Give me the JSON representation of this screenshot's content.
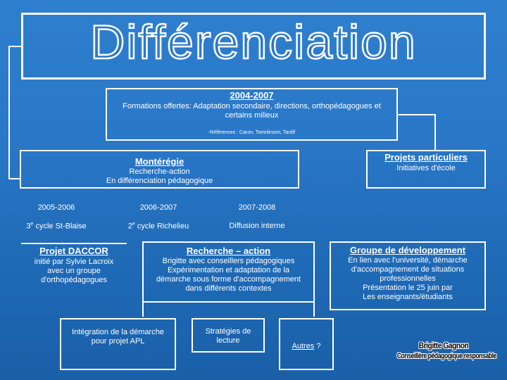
{
  "title": "Différenciation",
  "main": {
    "period": "2004-2007",
    "text": "Formations offertes: Adaptation secondaire, directions, orthopédagogues et certains milieux",
    "refs": "-Références : Caron, Tomnlinson, Tardif"
  },
  "monteregie": {
    "title": "Montérégie",
    "text": "Recherche-action\nEn différenciation pédagogique"
  },
  "projets": {
    "title": "Projets particuliers",
    "text": "Initiatives d'école"
  },
  "years": [
    {
      "year": "2005-2006",
      "cycle_num": "3",
      "cycle_sup": "e",
      "cycle_text": " cycle St-Blaise"
    },
    {
      "year": "2006-2007",
      "cycle_num": "2",
      "cycle_sup": "e",
      "cycle_text": " cycle Richelieu"
    },
    {
      "year": "2007-2008",
      "text": "Diffusion interne"
    }
  ],
  "daccor": {
    "title": "Projet DACCOR",
    "text": "initié par Sylvie Lacroix\navec un groupe\nd'orthopédagogues"
  },
  "recherche": {
    "title": "Recherche – action",
    "text": "Brigitte avec conseillers pédagogiques\nExpérimentation et adaptation de la\ndémarche sous forme d'accompagnement\ndans différents contextes"
  },
  "groupe": {
    "title": "Groupe de développement",
    "text": "En lien avec l'université, démarche\nd'accompagnement de situations\nprofessionnelles\nPrésentation le 25 juin par\nLes enseignants/étudiants"
  },
  "integration": {
    "text": "Intégration de la démarche\npour projet APL"
  },
  "strategies": {
    "text": "Stratégies de\nlecture"
  },
  "autres": {
    "link": "Autres",
    "suffix": " ?"
  },
  "signature": {
    "name": "Brigitte Gagnon",
    "role": "Conseillère pédagogique responsable"
  },
  "colors": {
    "background": "#2a78c8",
    "lines": "#ffffff",
    "signature": "#000000"
  }
}
